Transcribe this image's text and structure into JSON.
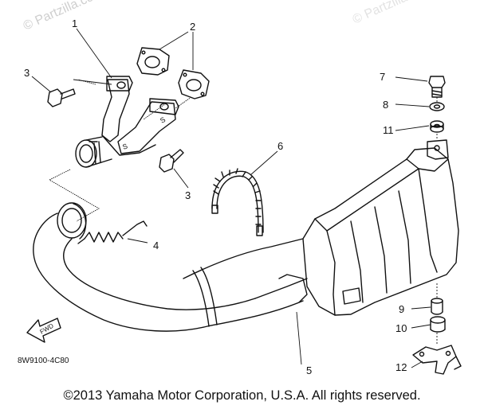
{
  "watermark": {
    "primary": "© Partzilla.com",
    "faint": "© Partzilla.com"
  },
  "callouts": {
    "c1": "1",
    "c2": "2",
    "c3a": "3",
    "c3b": "3",
    "c4": "4",
    "c5": "5",
    "c6": "6",
    "c7": "7",
    "c8": "8",
    "c9": "9",
    "c10": "10",
    "c11": "11",
    "c12": "12"
  },
  "fwd_label": "FWD",
  "diagram_code": "8W9100-4C80",
  "copyright": "©2013 Yamaha Motor Corporation, U.S.A. All rights reserved."
}
